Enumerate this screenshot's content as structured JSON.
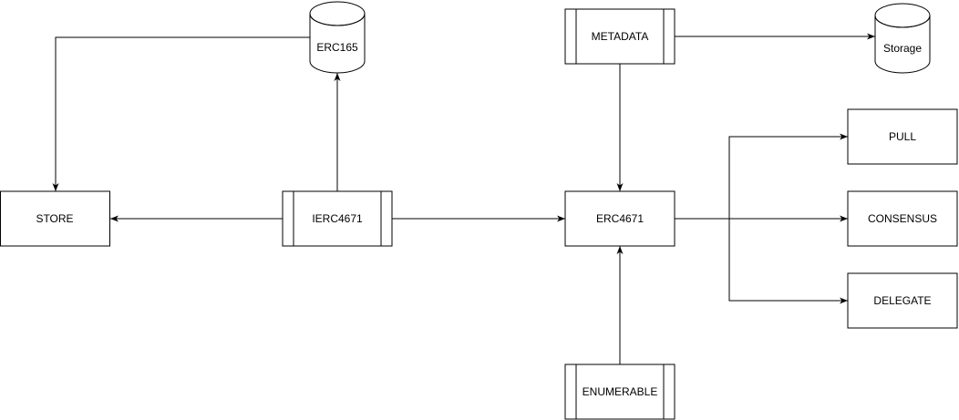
{
  "diagram": {
    "nodes": {
      "erc165": "ERC165",
      "metadata": "METADATA",
      "storage": "Storage",
      "pull": "PULL",
      "store": "STORE",
      "ierc4671": "IERC4671",
      "erc4671": "ERC4671",
      "consensus": "CONSENSUS",
      "delegate": "DELEGATE",
      "enumerable": "ENUMERABLE"
    },
    "edges": [
      {
        "from": "erc165",
        "to": "store"
      },
      {
        "from": "ierc4671",
        "to": "erc165"
      },
      {
        "from": "ierc4671",
        "to": "store"
      },
      {
        "from": "ierc4671",
        "to": "erc4671"
      },
      {
        "from": "metadata",
        "to": "storage"
      },
      {
        "from": "metadata",
        "to": "erc4671"
      },
      {
        "from": "enumerable",
        "to": "erc4671"
      },
      {
        "from": "erc4671",
        "to": "pull"
      },
      {
        "from": "erc4671",
        "to": "consensus"
      },
      {
        "from": "erc4671",
        "to": "delegate"
      }
    ]
  }
}
